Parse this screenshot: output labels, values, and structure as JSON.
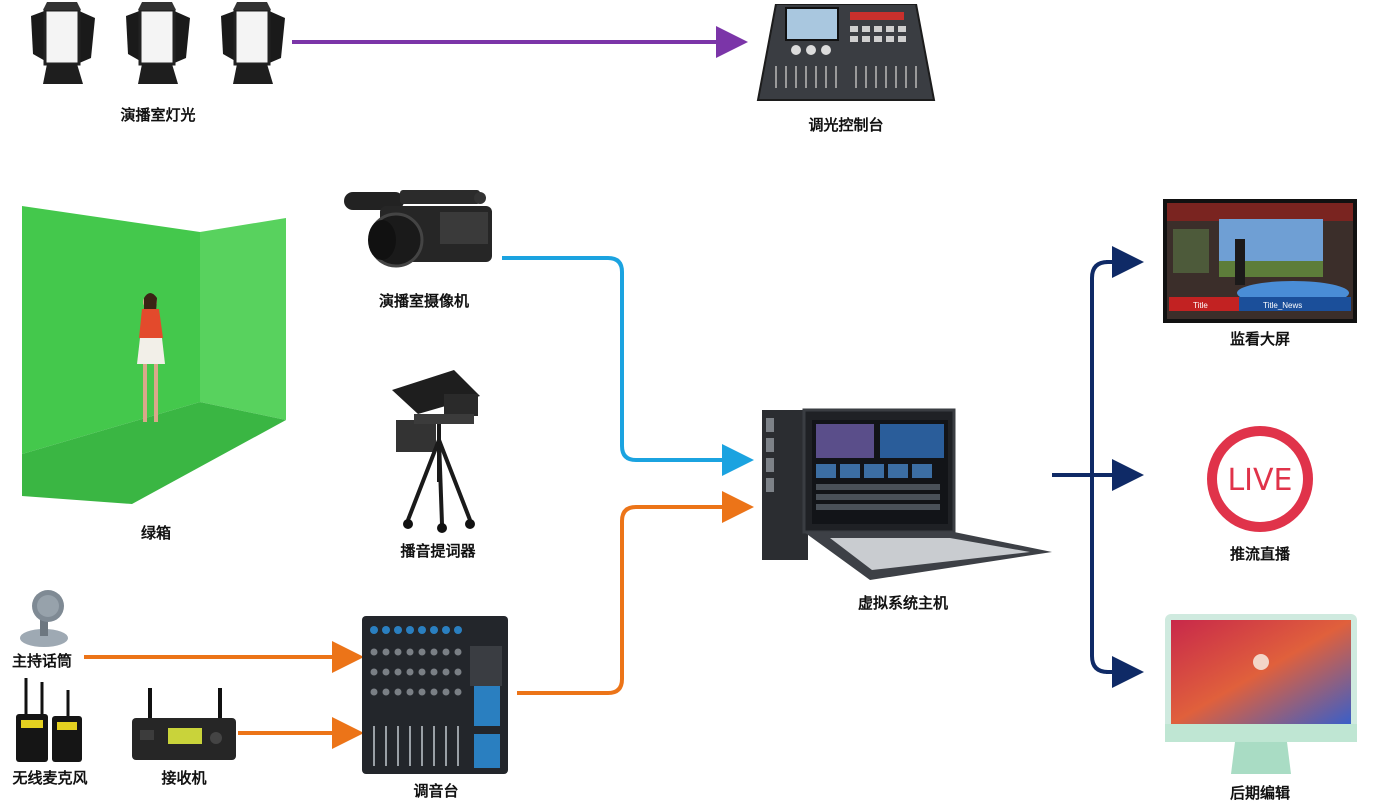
{
  "labels": {
    "studio_lights": "演播室灯光",
    "lighting_console": "调光控制台",
    "green_screen": "绿箱",
    "studio_camera": "演播室摄像机",
    "teleprompter": "播音提词器",
    "host_mic": "主持话筒",
    "wireless_mic": "无线麦克风",
    "receiver": "接收机",
    "mixer": "调音台",
    "virtual_host": "虚拟系统主机",
    "monitor_screen": "监看大屏",
    "live_stream": "推流直播",
    "post_edit": "后期编辑"
  },
  "screen_texts": {
    "monitor_title": "Title",
    "monitor_news": "Title_News",
    "live_badge": "LIVE"
  },
  "colors": {
    "lighting_link": "#7b35a8",
    "video_link": "#1ba3e0",
    "audio_link": "#ec7418",
    "output_link": "#0f2a66",
    "green_screen": "#3fc24a",
    "live_red": "#e0334a"
  }
}
